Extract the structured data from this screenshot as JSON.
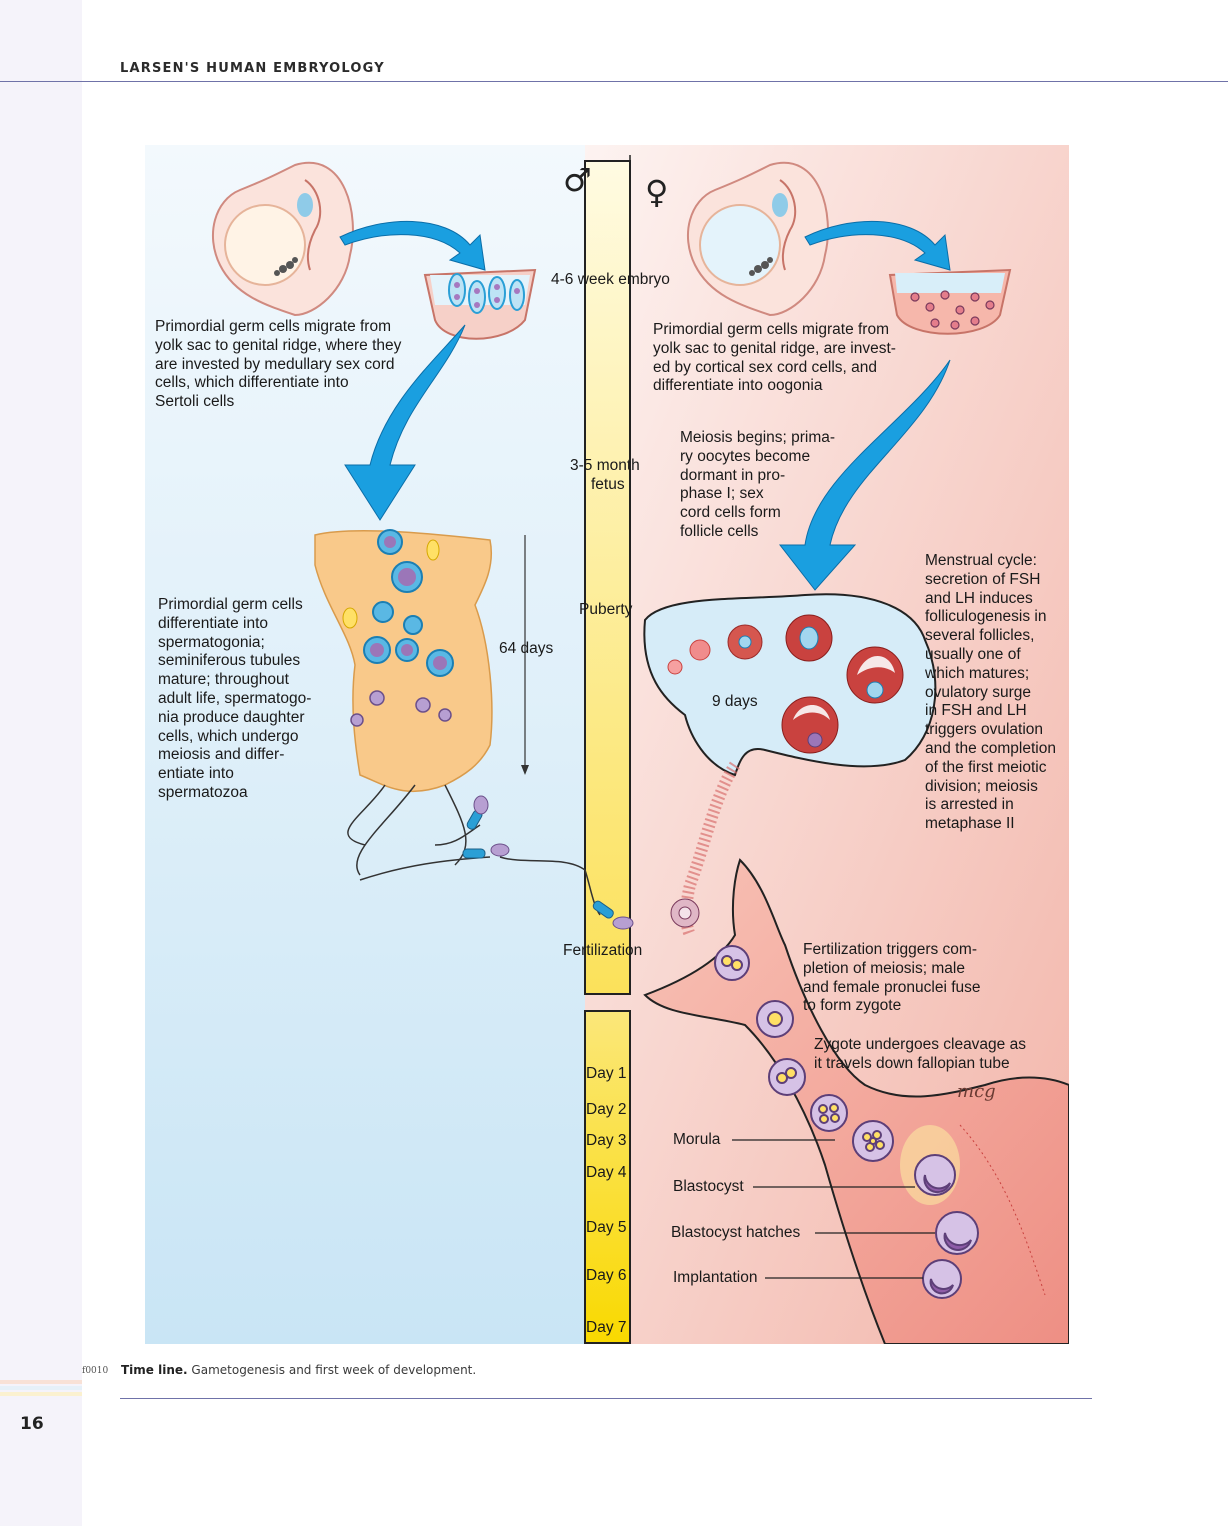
{
  "header": {
    "running_title": "LARSEN'S HUMAN EMBRYOLOGY"
  },
  "symbols": {
    "male": "♂",
    "female": "♀"
  },
  "timeline": {
    "stages": [
      "4-6 week embryo",
      "3-5 month",
      "fetus",
      "Puberty",
      "Fertilization"
    ],
    "days": [
      "Day 1",
      "Day 2",
      "Day 3",
      "Day 4",
      "Day 5",
      "Day 6",
      "Day 7"
    ]
  },
  "male": {
    "migration_text": [
      "Primordial germ cells migrate from",
      "yolk sac to genital ridge, where they",
      "are invested by medullary sex cord",
      "cells, which differentiate into",
      "Sertoli cells"
    ],
    "spermatogenesis_text": [
      "Primordial germ cells",
      "differentiate into",
      "spermatogonia;",
      "seminiferous tubules",
      "mature; throughout",
      "adult life, spermatogo-",
      "nia produce daughter",
      "cells, which undergo",
      "meiosis and differ-",
      "entiate into",
      "spermatozoa"
    ],
    "duration": "64 days"
  },
  "female": {
    "migration_text": [
      "Primordial germ cells migrate from",
      "yolk sac to genital ridge, are invest-",
      "ed by cortical sex cord cells, and",
      "differentiate into oogonia"
    ],
    "meiosis_text": [
      "Meiosis begins; prima-",
      "ry oocytes become",
      "dormant in pro-",
      "phase I; sex",
      "cord cells form",
      "follicle cells"
    ],
    "cycle_text": [
      "Menstrual cycle:",
      "secretion of FSH",
      "and LH induces",
      "folliculogenesis in",
      "several follicles,",
      "usually one of",
      "which matures;",
      "ovulatory surge",
      "in FSH and LH",
      "triggers ovulation",
      "and the completion",
      "of the first meiotic",
      "division; meiosis",
      "is arrested in",
      "metaphase II"
    ],
    "follicle_duration": "9 days",
    "fertilization_text": [
      "Fertilization triggers com-",
      "pletion of meiosis; male",
      "and female pronuclei fuse",
      "to form zygote"
    ],
    "cleavage_text": [
      "Zygote undergoes cleavage as",
      "it travels down fallopian tube"
    ],
    "stage_labels": [
      "Morula",
      "Blastocyst",
      "Blastocyst hatches",
      "Implantation"
    ],
    "artist_signature": "mcg"
  },
  "caption": {
    "figure_id": "f0010",
    "title": "Time line.",
    "text": "Gametogenesis and first week of development."
  },
  "page_number": "16",
  "colors": {
    "male_panel": "#d8ecf7",
    "female_panel": "#f6cdc6",
    "timeline_bar": "#fbe77a",
    "arrow_blue": "#1a9fe0",
    "follicle_red": "#c9423f",
    "cell_purple": "#9b76b8",
    "sertoli_orange": "#f9c98a",
    "rule": "#6f72a8"
  }
}
